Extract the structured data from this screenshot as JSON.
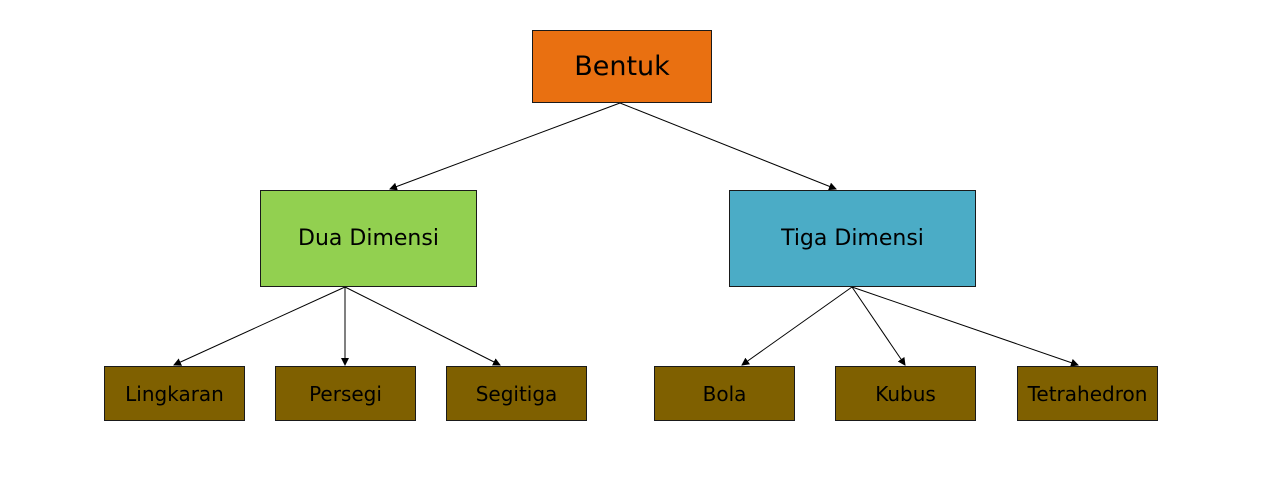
{
  "diagram": {
    "root": {
      "label": "Bentuk",
      "color": "#E97011"
    },
    "branches": [
      {
        "label": "Dua Dimensi",
        "color": "#92D050",
        "children": [
          "Lingkaran",
          "Persegi",
          "Segitiga"
        ]
      },
      {
        "label": "Tiga Dimensi",
        "color": "#4BACC6",
        "children": [
          "Bola",
          "Kubus",
          "Tetrahedron"
        ]
      }
    ],
    "leaf_color": "#7F6000",
    "edge_color": "#000000"
  }
}
